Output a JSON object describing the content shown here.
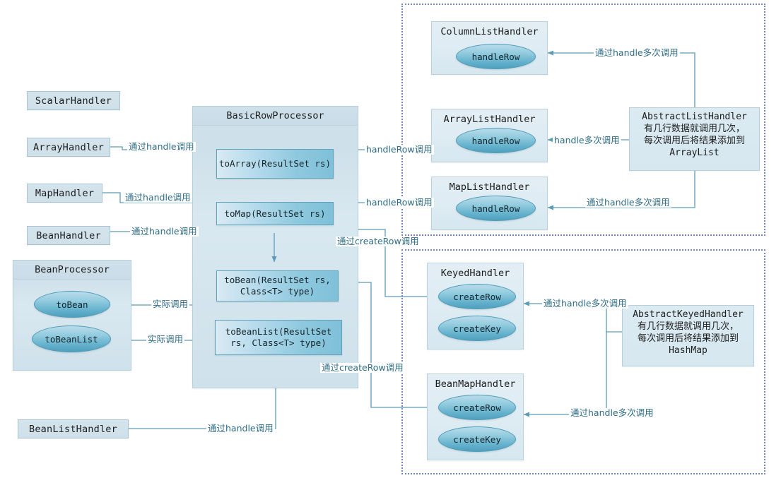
{
  "diagram": {
    "title": "DbUtils ResultSetHandler / RowProcessor call-flow diagram",
    "colors": {
      "accent": "#5fa3bd",
      "panel_fill": "#d4e4ec",
      "method_fill": "#7fc0d8",
      "ellipse_fill": "#62b0cc",
      "label_text": "#2f6d86",
      "dotted_border": "#6f86c4"
    }
  },
  "left_handlers": [
    {
      "id": "scalar-handler",
      "label": "ScalarHandler"
    },
    {
      "id": "array-handler",
      "label": "ArrayHandler"
    },
    {
      "id": "map-handler",
      "label": "MapHandler"
    },
    {
      "id": "bean-handler",
      "label": "BeanHandler"
    },
    {
      "id": "bean-list-handler",
      "label": "BeanListHandler"
    }
  ],
  "basic_row_processor": {
    "title": "BasicRowProcessor",
    "methods": [
      {
        "id": "to-array",
        "label": "toArray(ResultSet rs)"
      },
      {
        "id": "to-map",
        "label": "toMap(ResultSet rs)"
      },
      {
        "id": "to-bean",
        "label": "toBean(ResultSet rs, Class<T> type)"
      },
      {
        "id": "to-bean-list",
        "label": "toBeanList(ResultSet rs, Class<T> type)"
      }
    ]
  },
  "bean_processor": {
    "title": "BeanProcessor",
    "methods": [
      {
        "id": "to-bean",
        "label": "toBean"
      },
      {
        "id": "to-bean-list",
        "label": "toBeanList"
      }
    ]
  },
  "list_group": {
    "handlers": [
      {
        "id": "column-list-handler",
        "title": "ColumnListHandler",
        "method": "handleRow"
      },
      {
        "id": "array-list-handler",
        "title": "ArrayListHandler",
        "method": "handleRow"
      },
      {
        "id": "map-list-handler",
        "title": "MapListHandler",
        "method": "handleRow"
      }
    ],
    "note": {
      "id": "abstract-list-handler",
      "lines": [
        "AbstractListHandler",
        "有几行数据就调用几次，",
        "每次调用后将结果添加到",
        "ArrayList"
      ]
    }
  },
  "keyed_group": {
    "handlers": [
      {
        "id": "keyed-handler",
        "title": "KeyedHandler",
        "methods": [
          "createRow",
          "createKey"
        ]
      },
      {
        "id": "bean-map-handler",
        "title": "BeanMapHandler",
        "methods": [
          "createRow",
          "createKey"
        ]
      }
    ],
    "note": {
      "id": "abstract-keyed-handler",
      "lines": [
        "AbstractKeyedHandler",
        "有几行数据就调用几次，",
        "每次调用后将结果添加到",
        "HashMap"
      ]
    }
  },
  "edge_labels": {
    "array_handler_to_to_array": "通过handle调用",
    "map_handler_to_to_map": "通过handle调用",
    "bean_handler_to_to_bean": "通过handle调用",
    "bean_list_handler_to_to_bean_list": "通过handle调用",
    "array_list_handler_to_to_array": "handleRow调用",
    "map_list_handler_to_to_map": "handleRow调用",
    "create_row_to_to_map": "通过createRow调用",
    "create_row_to_to_bean": "通过createRow调用",
    "abstract_list_to_column_list": "通过handle多次调用",
    "abstract_list_to_array_list": "handle多次调用",
    "abstract_list_to_map_list": "通过handle多次调用",
    "abstract_keyed_to_keyed": "通过handle多次调用",
    "abstract_keyed_to_bean_map": "通过handle多次调用",
    "to_bean_actual_call": "实际调用",
    "to_bean_list_actual_call": "实际调用"
  }
}
